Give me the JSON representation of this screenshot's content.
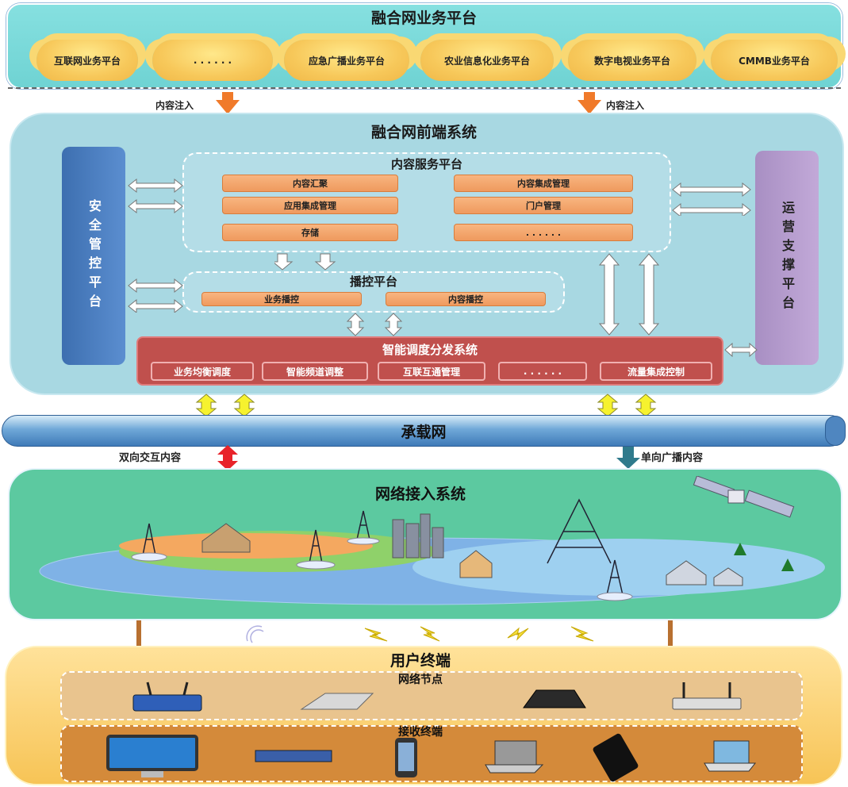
{
  "top": {
    "title": "融合网业务平台",
    "clouds": [
      "互联网业务平台",
      ". . . . . .",
      "应急广播业务平台",
      "农业信息化业务平台",
      "数字电视业务平台",
      "CMMB业务平台"
    ],
    "inject_left": "内容注入",
    "inject_right": "内容注入"
  },
  "front": {
    "title": "融合网前端系统",
    "security": "安全管控平台",
    "operations": "运营支撑平台",
    "content_service": {
      "title": "内容服务平台",
      "items": [
        "内容汇聚",
        "内容集成管理",
        "应用集成管理",
        "门户管理",
        "存储",
        ". . . . . ."
      ]
    },
    "playout": {
      "title": "播控平台",
      "items": [
        "业务播控",
        "内容播控"
      ]
    },
    "dispatch": {
      "title": "智能调度分发系统",
      "items": [
        "业务均衡调度",
        "智能频道调整",
        "互联互通管理",
        ". . . . . .",
        "流量集成控制"
      ]
    }
  },
  "bearer": {
    "title": "承载网",
    "left_label": "双向交互内容",
    "right_label": "单向广播内容"
  },
  "access": {
    "title": "网络接入系统"
  },
  "user": {
    "title": "用户终端",
    "nodes_title": "网络节点",
    "terminals_title": "接收终端"
  },
  "colors": {
    "top_panel": "#6fd3d3",
    "front_panel": "#a8d8e2",
    "security": "#3d6fb0",
    "operations": "#a88fc3",
    "orange_bar": "#ef9a5e",
    "dispatch": "#c0504d",
    "access_panel": "#5cc9a0",
    "user_panel": "#f7c456",
    "inject_arrow": "#f07a2a",
    "bidirectional_arrow": "#e8232a",
    "broadcast_arrow": "#2f7a8c"
  }
}
